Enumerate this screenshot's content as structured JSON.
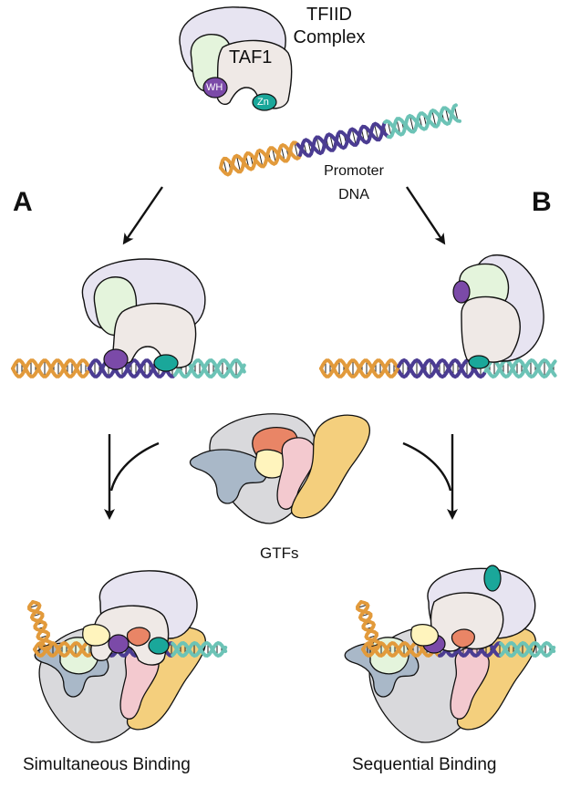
{
  "title_line1": "TFIID",
  "title_line2": "Complex",
  "taf1_label": "TAF1",
  "wh_label": "WH",
  "zn_label": "Zn",
  "promoter_line1": "Promoter",
  "promoter_line2": "DNA",
  "panel_a": "A",
  "panel_b": "B",
  "gtfs_label": "GTFs",
  "caption_a": "Simultaneous Binding",
  "caption_b": "Sequential Binding",
  "colors": {
    "tfiid_lobe": "#e7e4f1",
    "taf1_body": "#efe9e6",
    "green_domain": "#e4f4dc",
    "wh_domain": "#7b4aa8",
    "zn_domain": "#1aa79a",
    "dna_orange": "#e29a3b",
    "dna_purple": "#4b3c92",
    "dna_teal": "#6cc3b6",
    "gtf_gray": "#d9d9dc",
    "gtf_orange": "#f4cf7d",
    "gtf_pink": "#f3c9cf",
    "gtf_red": "#e98566",
    "gtf_blue": "#a9b8c8",
    "gtf_yellow": "#fff4bd"
  }
}
